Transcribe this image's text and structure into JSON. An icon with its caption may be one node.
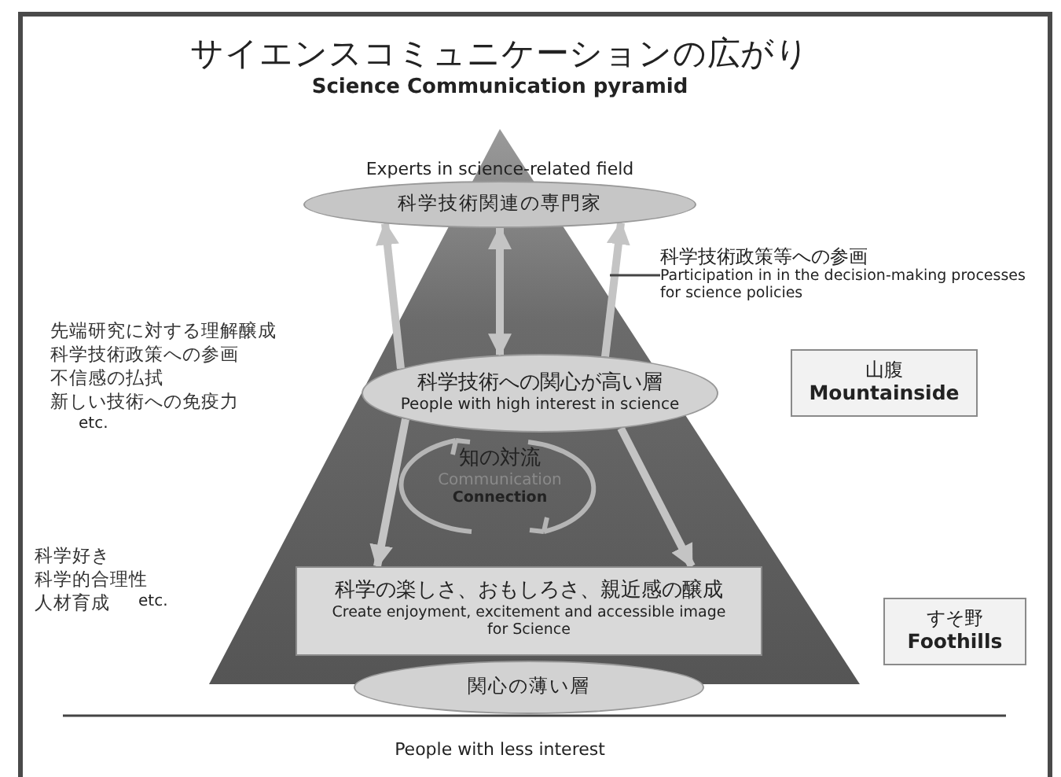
{
  "diagram": {
    "title": "サイエンスコミュニケーションの広がり",
    "nodes": [
      {
        "text": [
          "科学技術関連の専門家"
        ],
        "beside": [
          "Experts in science-related field"
        ]
      },
      {
        "text": [
          "科学技術への関心が高い層",
          "People with high interest in science"
        ]
      },
      {
        "text": [
          "知の対流",
          "Communication",
          "Connection"
        ]
      },
      {
        "text": [
          "科学の楽しさ、おもしろさ、親近感の醸成",
          "Create enjoyment, excitement and accessible image for Science"
        ]
      },
      {
        "text": [
          "関心の薄い層"
        ],
        "beside": [
          "People with less interest"
        ]
      },
      {
        "text": [
          "科学技術政策等への参画",
          "Participation in in the decision-making processes for science policies"
        ]
      },
      {
        "text": [
          "山腹",
          "Mountainside"
        ]
      },
      {
        "text": [
          "すそ野",
          "Foothills"
        ]
      }
    ],
    "edges": [
      {
        "from": 0,
        "to": 1,
        "arrow": "both"
      },
      {
        "from": 1,
        "to": 0,
        "arrow": "to"
      },
      {
        "from": 1,
        "to": 0,
        "arrow": "to"
      },
      {
        "from": 1,
        "to": 3,
        "arrow": "to"
      },
      {
        "from": 1,
        "to": 3,
        "arrow": "to"
      },
      {
        "from": 5,
        "to": null,
        "arrow": "none",
        "color": "#444444"
      }
    ],
    "labels": [
      "Science Communication pyramid",
      "先端研究に対する理解醸成",
      "科学技術政策への参画",
      "不信感の払拭",
      "新しい技術への免疫力",
      "etc.",
      "科学好き",
      "科学的合理性",
      "人材育成",
      "etc."
    ]
  }
}
